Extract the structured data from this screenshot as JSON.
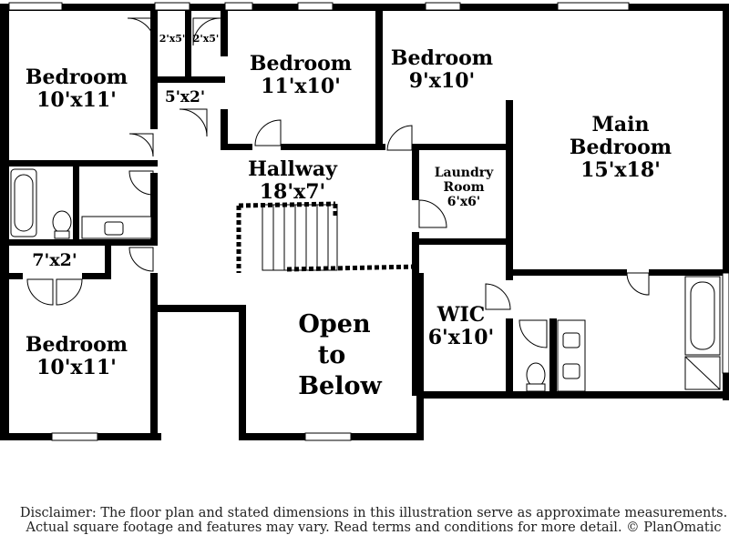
{
  "rooms": {
    "bedroom_nw": {
      "name": "Bedroom",
      "dim": "10'x11'"
    },
    "closet_a": {
      "dim": "2'x5'"
    },
    "closet_b": {
      "dim": "2'x5'"
    },
    "closet_c": {
      "dim": "5'x2'"
    },
    "bedroom_n": {
      "name": "Bedroom",
      "dim": "11'x10'"
    },
    "bedroom_ne": {
      "name": "Bedroom",
      "dim": "9'x10'"
    },
    "main_bedroom": {
      "name1": "Main",
      "name2": "Bedroom",
      "dim": "15'x18'"
    },
    "hallway": {
      "name": "Hallway",
      "dim": "18'x7'"
    },
    "laundry": {
      "name1": "Laundry",
      "name2": "Room",
      "dim": "6'x6'"
    },
    "closet_d": {
      "dim": "7'x2'"
    },
    "bedroom_sw": {
      "name": "Bedroom",
      "dim": "10'x11'"
    },
    "open_below": {
      "line1": "Open",
      "line2": "to",
      "line3": "Below"
    },
    "wic": {
      "name": "WIC",
      "dim": "6'x10'"
    }
  },
  "disclaimer": {
    "line1": "Disclaimer: The floor plan and stated dimensions in this illustration serve as approximate measurements.",
    "line2": "Actual square footage and features may vary. Read terms and conditions for more detail. © PlanOmatic"
  }
}
